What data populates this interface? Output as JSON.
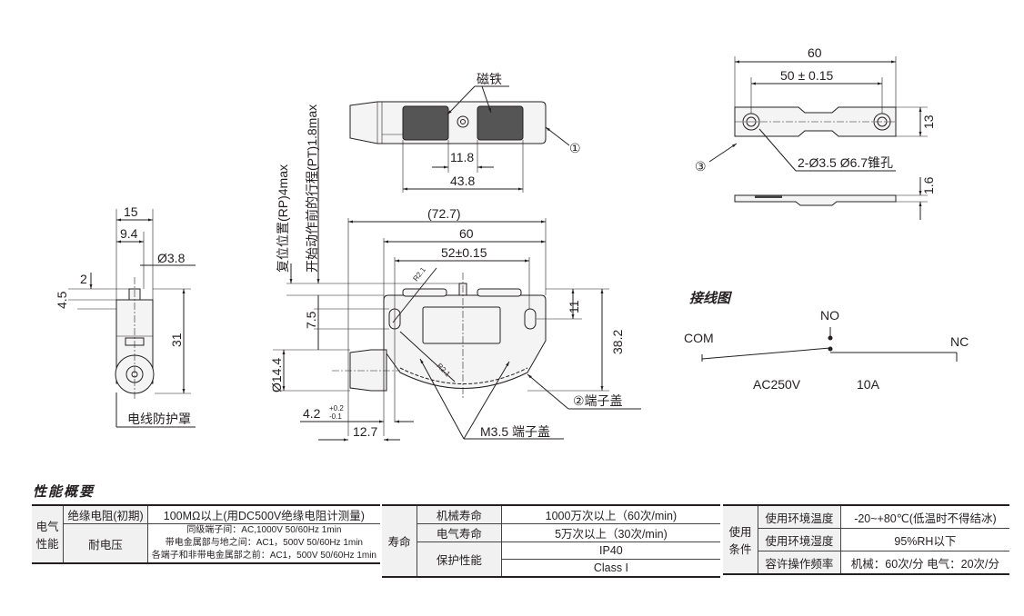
{
  "side_view": {
    "dim_width": "15",
    "dim_94": "9.4",
    "dim_dia": "Ø3.8",
    "dim_2": "2",
    "dim_45": "4.5",
    "dim_31": "31",
    "label_cover": "电线防护罩"
  },
  "top_view": {
    "magnet_label": "磁铁",
    "callout_1": "①",
    "dim_118": "11.8",
    "dim_438": "43.8"
  },
  "front_view": {
    "dim_727": "(72.7)",
    "dim_60": "60",
    "dim_52": "52±0.15",
    "r1": "R2.1",
    "r2": "R2.1",
    "dim_11": "11",
    "dim_382": "38.2",
    "dim_75": "7.5",
    "dim_144": "Ø14.4",
    "dim_42": "4.2",
    "tol_plus": "+0.2",
    "tol_minus": "-0.1",
    "dim_127": "12.7",
    "terminal_cover": "②端子盖",
    "m35": "M3.5 端子盖",
    "rp": "复位位置(RP)4max",
    "pt": "开始动作前的行程(PT)1.8max"
  },
  "magnet_plate": {
    "dim_60": "60",
    "dim_50": "50 ± 0.15",
    "dim_13": "13",
    "callout_3": "③",
    "holes": "2-Ø3.5 Ø6.7锥孔",
    "dim_16": "1.6"
  },
  "wiring": {
    "title": "接线图",
    "com": "COM",
    "no": "NO",
    "nc": "NC",
    "voltage": "AC250V",
    "current": "10A"
  },
  "spec": {
    "title": "性能概要",
    "electrical": {
      "group": "电气性能",
      "insulation_label": "绝缘电阻(初期)",
      "insulation_value": "100MΩ以上(用DC500V绝缘电阻计测量)",
      "withstand_label": "耐电压",
      "withstand_values": [
        "同级端子间：AC,1000V 50/60Hz 1min",
        "带电金属部与地之间：AC1，500V 50/60Hz 1min",
        "各端子和非带电金属部之前：AC1，500V 50/60Hz 1min"
      ]
    },
    "life": {
      "group": "寿命",
      "mech_label": "机械寿命",
      "mech_value": "1000万次以上（60次/min)",
      "elec_label": "电气寿命",
      "elec_value": "5万次以上（30次/min)",
      "protect_label": "保护性能",
      "protect_values": [
        "IP40",
        "Class I"
      ]
    },
    "conditions": {
      "group": "使用条件",
      "temp_label": "使用环境温度",
      "temp_value": "-20~+80℃(低温时不得结冰)",
      "hum_label": "使用环境湿度",
      "hum_value": "95%RH以下",
      "freq_label": "容许操作频率",
      "freq_value": "机械：60次/分 电气：20次/分"
    }
  }
}
